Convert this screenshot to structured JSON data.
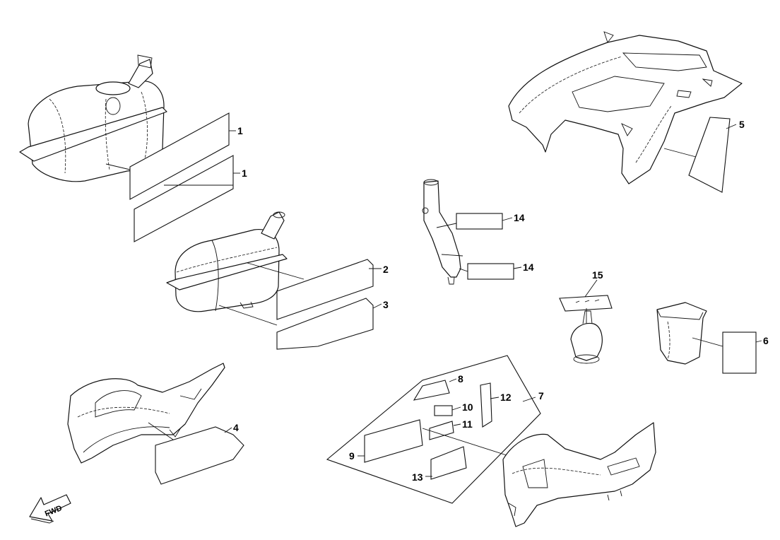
{
  "callouts": {
    "c1a": "1",
    "c1b": "1",
    "c2": "2",
    "c3": "3",
    "c4": "4",
    "c5": "5",
    "c6": "6",
    "c7": "7",
    "c8": "8",
    "c9": "9",
    "c10": "10",
    "c11": "11",
    "c12": "12",
    "c13": "13",
    "c14a": "14",
    "c14b": "14",
    "c15": "15"
  },
  "fwd_label": "FWD",
  "icons": {
    "fwd_arrow": "fwd-arrow-icon"
  },
  "colors": {
    "line": "#111111",
    "background": "#ffffff"
  }
}
